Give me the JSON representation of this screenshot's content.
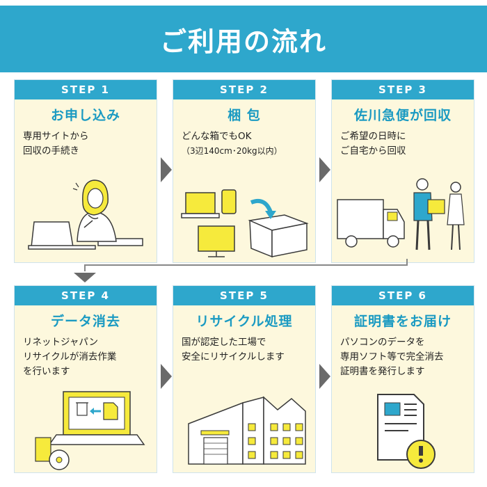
{
  "header": {
    "title": "ご利用の流れ"
  },
  "steps": [
    {
      "label": "STEP 1",
      "title": "お申し込み",
      "lines": [
        "専用サイトから",
        "回収の手続き"
      ]
    },
    {
      "label": "STEP 2",
      "title": "梱 包",
      "lines": [
        "どんな箱でもOK",
        "（3辺140cm･20kg以内）"
      ]
    },
    {
      "label": "STEP 3",
      "title": "佐川急便が回収",
      "lines": [
        "ご希望の日時に",
        "ご自宅から回収"
      ]
    },
    {
      "label": "STEP 4",
      "title": "データ消去",
      "lines": [
        "リネットジャパン",
        "リサイクルが消去作業",
        "を行います"
      ]
    },
    {
      "label": "STEP 5",
      "title": "リサイクル処理",
      "lines": [
        "国が認定した工場で",
        "安全にリサイクルします"
      ]
    },
    {
      "label": "STEP 6",
      "title": "証明書をお届け",
      "lines": [
        "パソコンのデータを",
        "専用ソフト等で完全消去",
        "証明書を発行します"
      ]
    }
  ],
  "colors": {
    "accent": "#2ea7cc",
    "card_bg": "#fdf8dd",
    "title_blue": "#1a9ac2",
    "illus_yellow": "#f6ea3c",
    "arrow_gray": "#6a6a6a"
  },
  "icons": [
    "person-laptop-illustration",
    "devices-box-illustration",
    "truck-courier-illustration",
    "pc-erase-illustration",
    "factory-illustration",
    "certificate-illustration",
    "step-arrow-icon"
  ]
}
